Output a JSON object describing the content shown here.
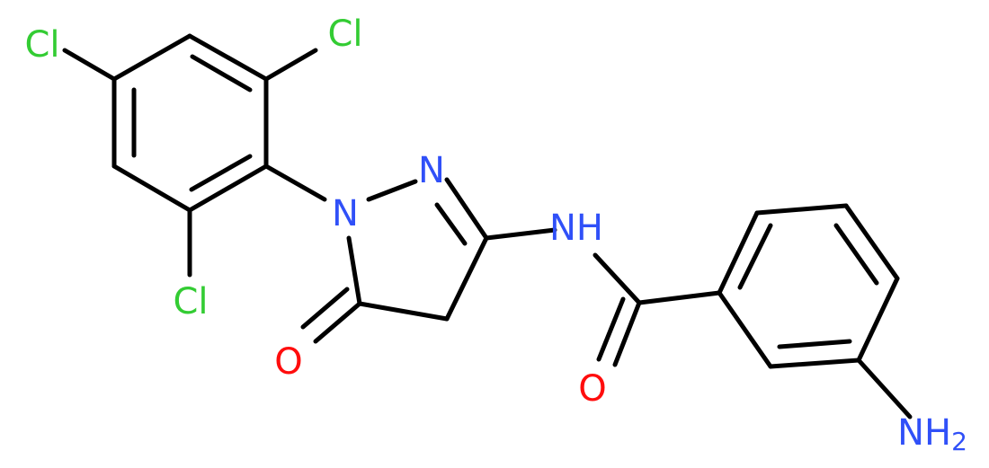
{
  "colors": {
    "bond": "#000000",
    "chlorine": "#33cc33",
    "nitrogen": "#3050f8",
    "oxygen": "#ff0d0d",
    "background": "#ffffff"
  },
  "atom_labels": {
    "cl_left": "Cl",
    "cl_top": "Cl",
    "cl_bottom": "Cl",
    "n_ring_1": "N",
    "n_ring_2": "N",
    "o_ring": "O",
    "nh": "NH",
    "o_amide": "O",
    "nh2_main": "NH",
    "nh2_subscript": "2"
  }
}
